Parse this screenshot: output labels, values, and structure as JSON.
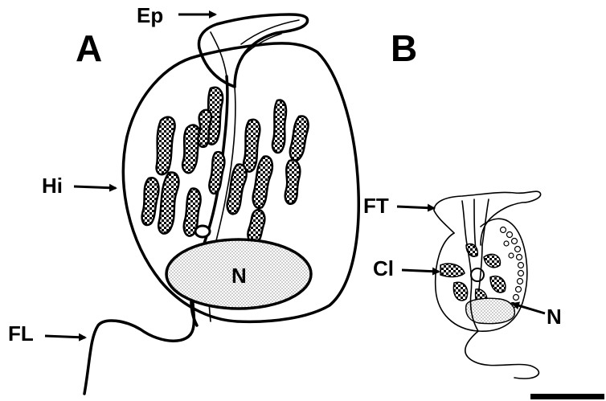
{
  "panels": {
    "a": {
      "letter": "A"
    },
    "b": {
      "letter": "B"
    }
  },
  "labels": {
    "ep": "Ep",
    "hi": "Hi",
    "fl": "FL",
    "nucleus_a": "N",
    "ft": "FT",
    "cl": "Cl",
    "nucleus_b": "N"
  },
  "colors": {
    "ink": "#000000",
    "background": "#ffffff"
  }
}
